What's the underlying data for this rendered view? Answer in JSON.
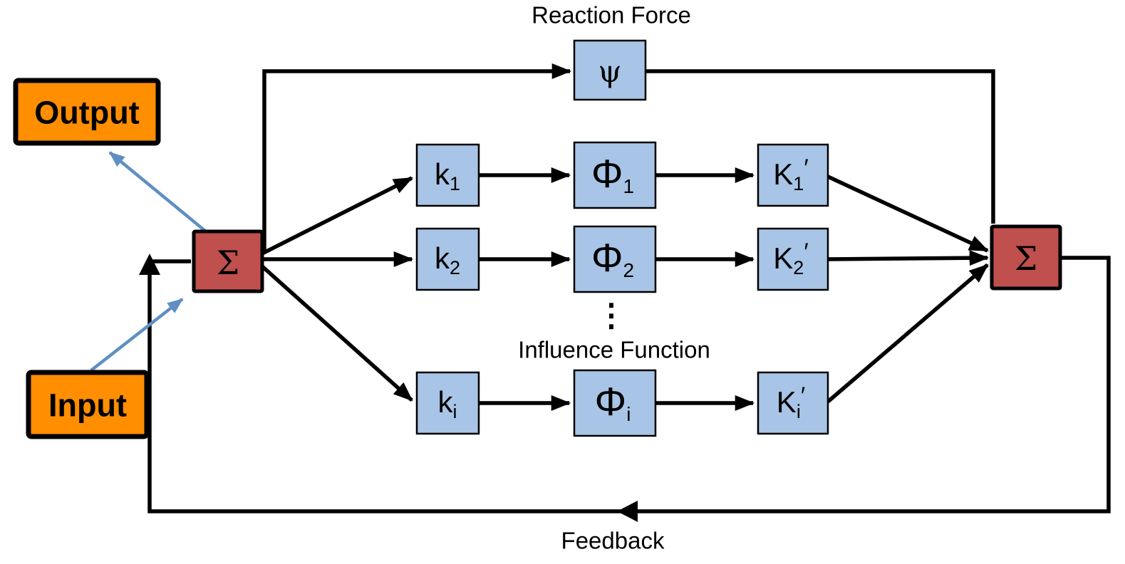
{
  "colors": {
    "box_blue": "#a8c4e6",
    "box_orange": "#ff8e00",
    "box_red": "#c0504d",
    "arrow_black": "#000000",
    "arrow_blue": "#5f8fc2",
    "text_dark": "#1f1f1f"
  },
  "labels": {
    "reaction_force": "Reaction Force",
    "influence_function": "Influence Function",
    "feedback": "Feedback",
    "dots": "⋮"
  },
  "io": {
    "output": "Output",
    "input": "Input"
  },
  "summers": {
    "left": "Σ",
    "right": "Σ"
  },
  "psi": {
    "glyph": "ψ"
  },
  "nodes": {
    "k1": {
      "base": "k",
      "sub": "1"
    },
    "k2": {
      "base": "k",
      "sub": "2"
    },
    "ki": {
      "base": "k",
      "sub": "i"
    },
    "phi1": {
      "base": "Φ",
      "sub": "1"
    },
    "phi2": {
      "base": "Φ",
      "sub": "2"
    },
    "phii": {
      "base": "Φ",
      "sub": "i"
    },
    "K1": {
      "base": "K",
      "sub": "1",
      "prime": "′"
    },
    "K2": {
      "base": "K",
      "sub": "2",
      "prime": "′"
    },
    "Ki": {
      "base": "K",
      "sub": "i",
      "prime": "′"
    }
  }
}
